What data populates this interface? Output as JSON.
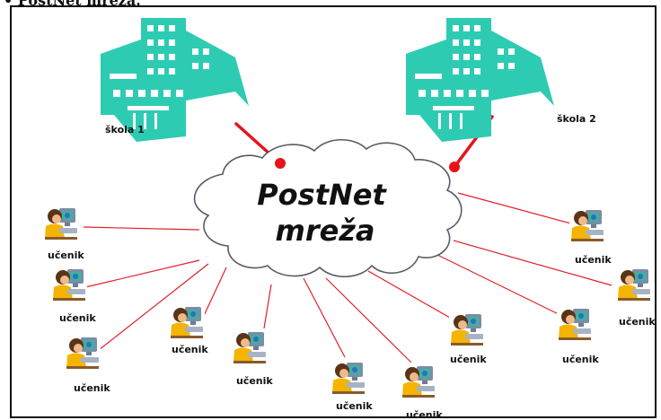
{
  "caption": "• PostNet mreža.",
  "network": {
    "line1": "PostNet",
    "line2": "mreža"
  },
  "schools": [
    {
      "label": "škola 1",
      "icon": "school-building-icon"
    },
    {
      "label": "škola 2",
      "icon": "school-building-icon"
    }
  ],
  "students": [
    {
      "label": "učenik",
      "icon": "student-computer-icon"
    },
    {
      "label": "učenik",
      "icon": "student-computer-icon"
    },
    {
      "label": "učenik",
      "icon": "student-computer-icon"
    },
    {
      "label": "učenik",
      "icon": "student-computer-icon"
    },
    {
      "label": "učenik",
      "icon": "student-computer-icon"
    },
    {
      "label": "učenik",
      "icon": "student-computer-icon"
    },
    {
      "label": "učenik",
      "icon": "student-computer-icon"
    },
    {
      "label": "učenik",
      "icon": "student-computer-icon"
    },
    {
      "label": "učenik",
      "icon": "student-computer-icon"
    },
    {
      "label": "učenik",
      "icon": "student-computer-icon"
    },
    {
      "label": "učenik",
      "icon": "student-computer-icon"
    }
  ],
  "colors": {
    "building": "#2ECBB3",
    "school_link": "#E8121B",
    "student_link": "#E0202A",
    "cloud_stroke": "#5A5A66"
  }
}
